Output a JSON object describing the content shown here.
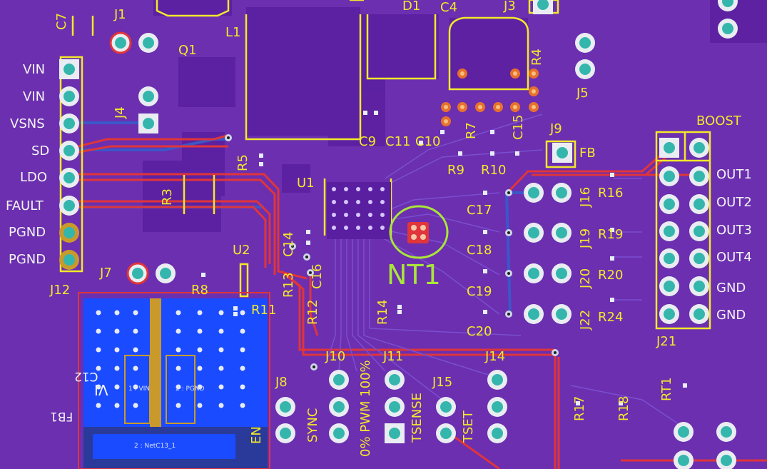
{
  "colors": {
    "board": "#6b2fb0",
    "copper_fill": "#5a1fa0",
    "silkscreen": "#f2e92a",
    "top_trace": "#e0353a",
    "bottom_trace": "#3b57c8",
    "pad_ring": "#e9edf2",
    "pad_hole": "#34b6ad",
    "gold_pad": "#c99a2b",
    "highlight": "#a9e63a",
    "blue_region": "#1a4bff"
  },
  "header_J12": {
    "designator": "J12",
    "pins": [
      "VIN",
      "VIN",
      "VSNS",
      "SD",
      "LDO",
      "FAULT",
      "PGND",
      "PGND"
    ]
  },
  "header_J21": {
    "designator": "J21",
    "top_label": "BOOST",
    "pins": [
      "OUT1",
      "OUT2",
      "OUT3",
      "OUT4",
      "GND",
      "GND"
    ]
  },
  "highlight": {
    "label": "NT1"
  },
  "labels": {
    "C7": "C7",
    "J1": "J1",
    "Q1": "Q1",
    "L1": "L1",
    "D1": "D1",
    "C4": "C4",
    "J3": "J3",
    "R4": "R4",
    "J5": "J5",
    "J4": "J4",
    "R5": "R5",
    "C9": "C9",
    "C11": "C11",
    "C10": "C10",
    "R7": "R7",
    "C15": "C15",
    "J9": "J9",
    "FB": "FB",
    "R9": "R9",
    "R10": "R10",
    "U1": "U1",
    "R3": "R3",
    "C14": "C14",
    "C16": "C16",
    "U2": "U2",
    "J7": "J7",
    "R8": "R8",
    "R13": "R13",
    "R11": "R11",
    "R12": "R12",
    "R14": "R14",
    "J16": "J16",
    "R16": "R16",
    "C17": "C17",
    "J19": "J19",
    "R19": "R19",
    "C18": "C18",
    "J20": "J20",
    "R20": "R20",
    "C19": "C19",
    "J22": "J22",
    "R24": "R24",
    "C20": "C20",
    "J10": "J10",
    "J11": "J11",
    "J14": "J14",
    "J8": "J8",
    "J15": "J15",
    "SYNC": "SYNC",
    "PWM": "0% PWM 100%",
    "TSENSE": "TSENSE",
    "TSET": "TSET",
    "EN": "EN",
    "R17": "R17",
    "R18": "R18",
    "RT1": "RT1",
    "C12": "C12",
    "FB1": "FB1"
  },
  "net_labels": {
    "vin": "1 : VIN",
    "pgnd": "2 : PGND",
    "netc13": "2 : NetC13_1",
    "vi": "VI"
  }
}
